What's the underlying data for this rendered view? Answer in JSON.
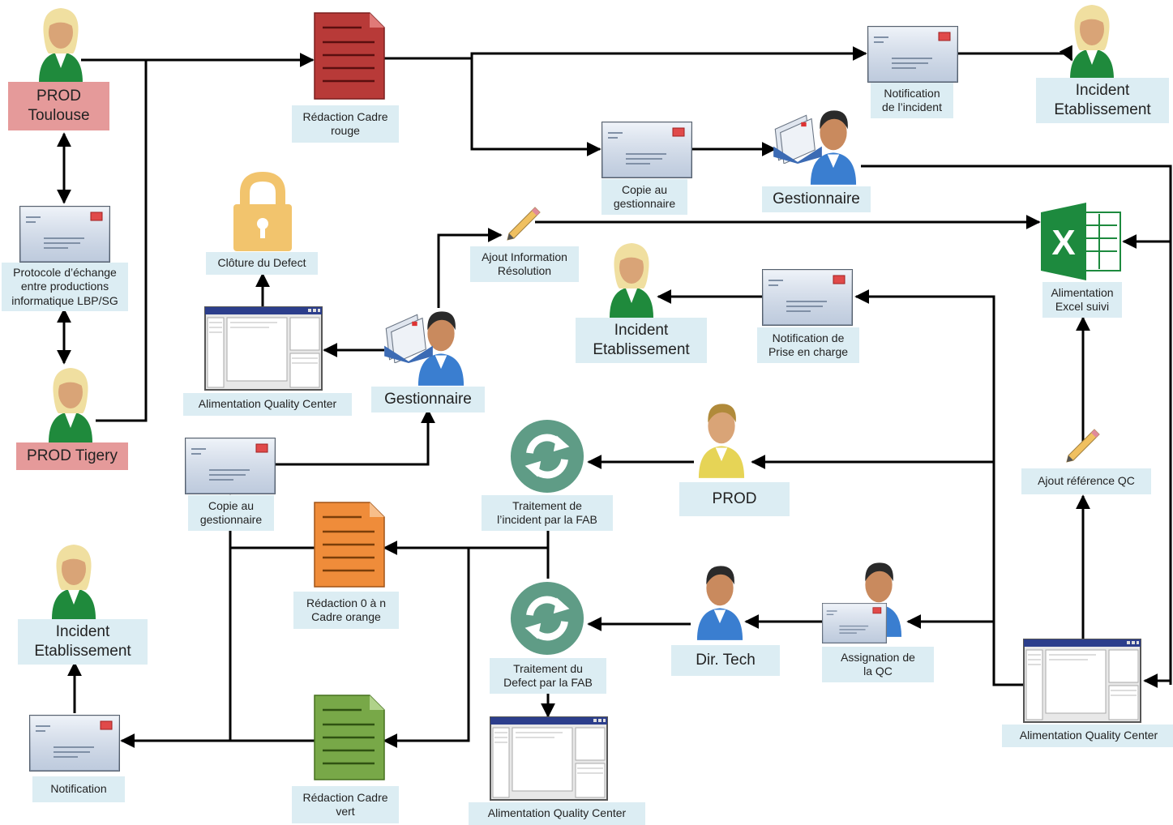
{
  "nodes": {
    "prod_toulouse": "PROD\nToulouse",
    "protocole": "Protocole d’échange\nentre productions\ninformatique LBP/SG",
    "prod_tigery": "PROD Tigery",
    "redaction_rouge": "Rédaction Cadre\nrouge",
    "notification_incident": "Notification\nde l’incident",
    "incident_etab_top": "Incident\nEtablissement",
    "copie_gest_top": "Copie au\ngestionnaire",
    "gestionnaire_top": "Gestionnaire",
    "cloture": "Clôture du Defect",
    "ajout_info": "Ajout Information\nRésolution",
    "excel": "Alimentation\nExcel suivi",
    "incident_etab_mid": "Incident\nEtablissement",
    "notif_prise": "Notification de\nPrise en charge",
    "aqc_left": "Alimentation Quality Center",
    "gestionnaire_mid": "Gestionnaire",
    "copie_gest_bottom": "Copie au\ngestionnaire",
    "traitement_incident": "Traitement de\nl’incident par la FAB",
    "prod_mid": "PROD",
    "ajout_ref_qc": "Ajout référence QC",
    "redaction_orange": "Rédaction 0 à n\nCadre orange",
    "incident_etab_bottom": "Incident\nEtablissement",
    "traitement_defect": "Traitement du\nDefect par la FAB",
    "dir_tech": "Dir. Tech",
    "assignation": "Assignation de\nla QC",
    "aqc_right": "Alimentation Quality Center",
    "notification_bottom": "Notification",
    "redaction_vert": "Rédaction Cadre\nvert",
    "aqc_bottom": "Alimentation Quality Center"
  },
  "icons": {
    "user_female": "user-female-icon",
    "user_male": "user-male-icon",
    "manager": "manager-with-letters-icon",
    "envelope": "envelope-icon",
    "document": "document-icon",
    "lock": "padlock-icon",
    "pencil": "pencil-icon",
    "sync": "sync-icon",
    "excel": "excel-icon",
    "window": "application-window-icon",
    "excel_letter": "X"
  },
  "colors": {
    "line": "#000000",
    "label_bg": "#dcedf3",
    "label_red": "#e59a9a",
    "doc_red": "#b83a38",
    "doc_orange": "#ef8c3a",
    "doc_green": "#78a848",
    "sync_green": "#5f9c86",
    "lock_gold": "#f2c46d",
    "excel_green": "#1d8a3e"
  }
}
